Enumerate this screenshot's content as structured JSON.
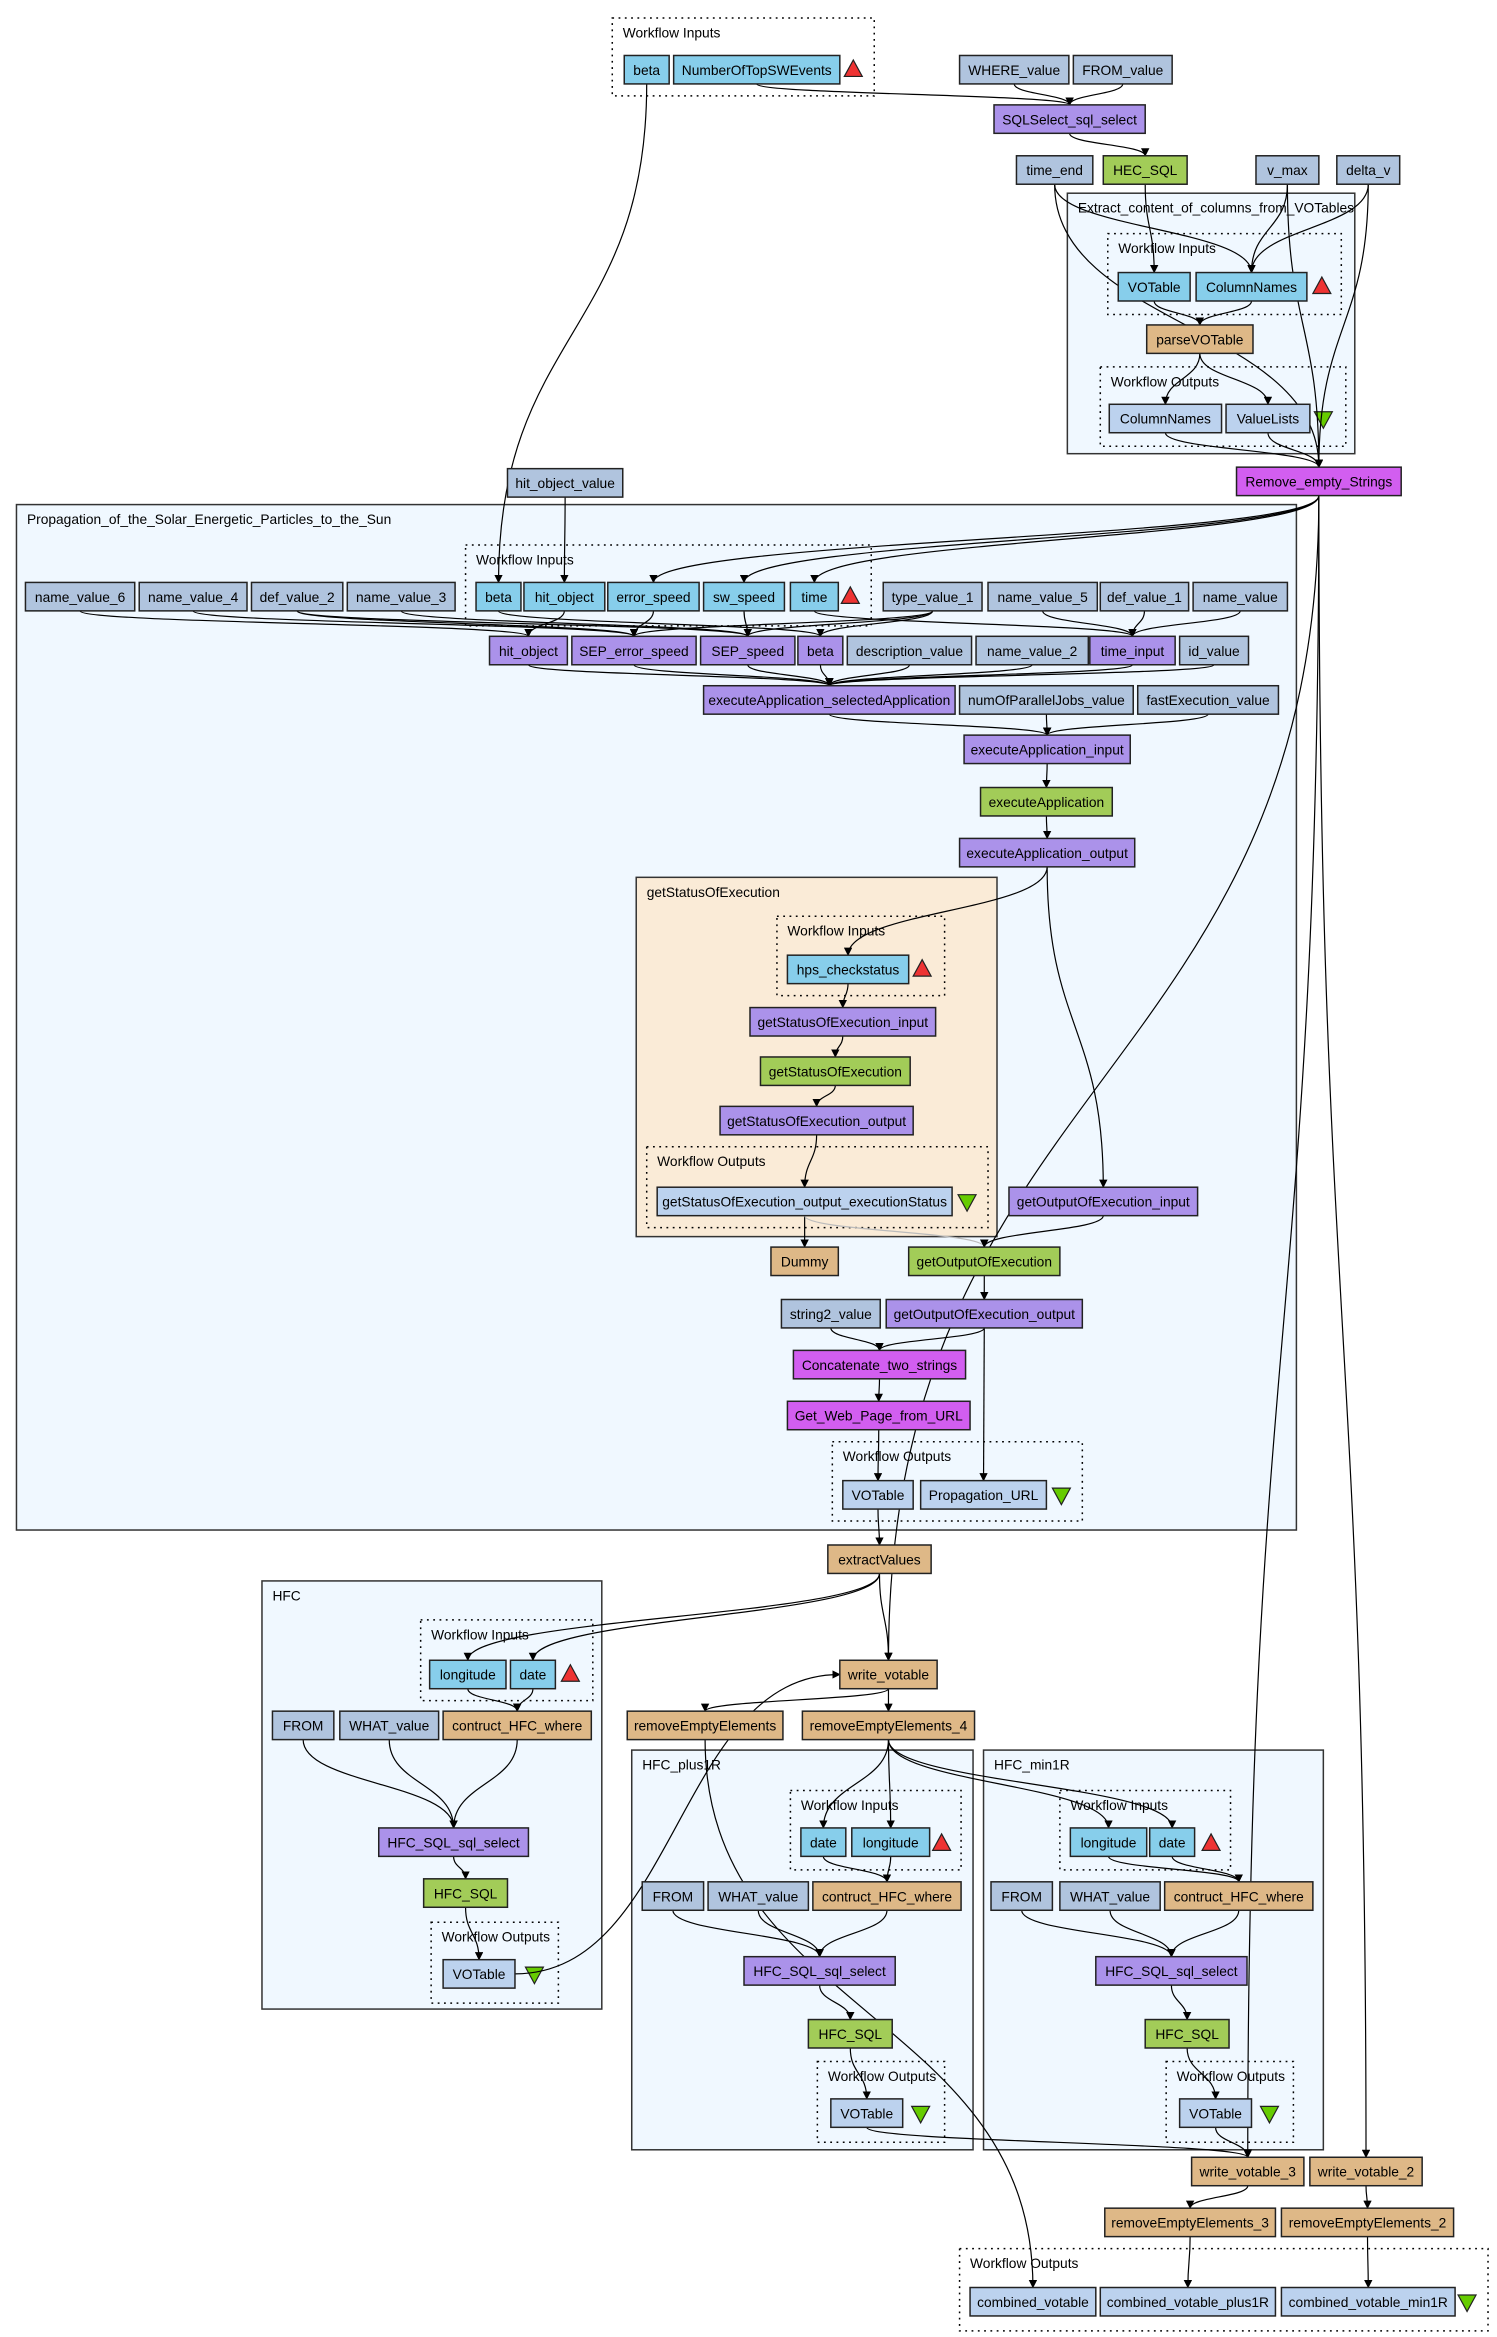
{
  "colors": {
    "input": "#87ceeb",
    "constant": "#b0c4de",
    "processor": "#ab92ea",
    "service": "#a2cc58",
    "local": "#deb887",
    "beanshell": "#d25ef0",
    "output": "#bcd2ee",
    "subworkflow_bg": "#f0f8ff",
    "nested_bg": "#faebd7",
    "input_marker": "#ee3333",
    "output_marker": "#66cc00"
  },
  "clusters": [
    {
      "id": "c_top_in",
      "label": "Workflow Inputs",
      "style": "dotted"
    },
    {
      "id": "c_extract",
      "label": "Extract_content_of_columns_from_VOTables",
      "style": "solid"
    },
    {
      "id": "c_extract_in",
      "label": "Workflow Inputs",
      "style": "dotted"
    },
    {
      "id": "c_extract_out",
      "label": "Workflow Outputs",
      "style": "dotted"
    },
    {
      "id": "c_prop",
      "label": "Propagation_of_the_Solar_Energetic_Particles_to_the_Sun",
      "style": "solid"
    },
    {
      "id": "c_prop_in",
      "label": "Workflow Inputs",
      "style": "dotted"
    },
    {
      "id": "c_gsoe",
      "label": "getStatusOfExecution",
      "style": "nested"
    },
    {
      "id": "c_gsoe_in",
      "label": "Workflow Inputs",
      "style": "dotted"
    },
    {
      "id": "c_gsoe_out",
      "label": "Workflow Outputs",
      "style": "dotted"
    },
    {
      "id": "c_prop_out",
      "label": "Workflow Outputs",
      "style": "dotted"
    },
    {
      "id": "c_hfc",
      "label": "HFC",
      "style": "solid"
    },
    {
      "id": "c_hfc_in",
      "label": "Workflow Inputs",
      "style": "dotted"
    },
    {
      "id": "c_hfc_out",
      "label": "Workflow Outputs",
      "style": "dotted"
    },
    {
      "id": "c_p1",
      "label": "HFC_plus1R",
      "style": "solid"
    },
    {
      "id": "c_p1_in",
      "label": "Workflow Inputs",
      "style": "dotted"
    },
    {
      "id": "c_p1_out",
      "label": "Workflow Outputs",
      "style": "dotted"
    },
    {
      "id": "c_m1",
      "label": "HFC_min1R",
      "style": "solid"
    },
    {
      "id": "c_m1_in",
      "label": "Workflow Inputs",
      "style": "dotted"
    },
    {
      "id": "c_m1_out",
      "label": "Workflow Outputs",
      "style": "dotted"
    },
    {
      "id": "c_final_out",
      "label": "Workflow Outputs",
      "style": "dotted"
    }
  ],
  "nodes": [
    {
      "id": "in_beta",
      "label": "beta",
      "type": "input"
    },
    {
      "id": "in_ntop",
      "label": "NumberOfTopSWEvents",
      "type": "input"
    },
    {
      "id": "where_value",
      "label": "WHERE_value",
      "type": "constant"
    },
    {
      "id": "from_value",
      "label": "FROM_value",
      "type": "constant"
    },
    {
      "id": "sqlselect",
      "label": "SQLSelect_sql_select",
      "type": "processor"
    },
    {
      "id": "time_end",
      "label": "time_end",
      "type": "constant"
    },
    {
      "id": "hec_sql",
      "label": "HEC_SQL",
      "type": "service"
    },
    {
      "id": "v_max",
      "label": "v_max",
      "type": "constant"
    },
    {
      "id": "delta_v",
      "label": "delta_v",
      "type": "constant"
    },
    {
      "id": "ex_votable",
      "label": "VOTable",
      "type": "input"
    },
    {
      "id": "ex_colnames",
      "label": "ColumnNames",
      "type": "input"
    },
    {
      "id": "parsevotable",
      "label": "parseVOTable",
      "type": "local"
    },
    {
      "id": "ex_out_colnames",
      "label": "ColumnNames",
      "type": "output"
    },
    {
      "id": "ex_out_valuelists",
      "label": "ValueLists",
      "type": "output"
    },
    {
      "id": "remove_empty",
      "label": "Remove_empty_Strings",
      "type": "beanshell"
    },
    {
      "id": "hit_object_value",
      "label": "hit_object_value",
      "type": "constant"
    },
    {
      "id": "p_beta",
      "label": "beta",
      "type": "input"
    },
    {
      "id": "p_hit_object",
      "label": "hit_object",
      "type": "input"
    },
    {
      "id": "p_error_speed",
      "label": "error_speed",
      "type": "input"
    },
    {
      "id": "p_sw_speed",
      "label": "sw_speed",
      "type": "input"
    },
    {
      "id": "p_time",
      "label": "time",
      "type": "input"
    },
    {
      "id": "name_value_6",
      "label": "name_value_6",
      "type": "constant"
    },
    {
      "id": "name_value_4",
      "label": "name_value_4",
      "type": "constant"
    },
    {
      "id": "def_value_2",
      "label": "def_value_2",
      "type": "constant"
    },
    {
      "id": "name_value_3",
      "label": "name_value_3",
      "type": "constant"
    },
    {
      "id": "type_value_1",
      "label": "type_value_1",
      "type": "constant"
    },
    {
      "id": "name_value_5",
      "label": "name_value_5",
      "type": "constant"
    },
    {
      "id": "def_value_1",
      "label": "def_value_1",
      "type": "constant"
    },
    {
      "id": "name_value",
      "label": "name_value",
      "type": "constant"
    },
    {
      "id": "pr_hit_object",
      "label": "hit_object",
      "type": "processor"
    },
    {
      "id": "sep_error_speed",
      "label": "SEP_error_speed",
      "type": "processor"
    },
    {
      "id": "sep_speed",
      "label": "SEP_speed",
      "type": "processor"
    },
    {
      "id": "pr_beta",
      "label": "beta",
      "type": "processor"
    },
    {
      "id": "description_value",
      "label": "description_value",
      "type": "constant"
    },
    {
      "id": "name_value_2",
      "label": "name_value_2",
      "type": "constant"
    },
    {
      "id": "time_input",
      "label": "time_input",
      "type": "processor"
    },
    {
      "id": "id_value",
      "label": "id_value",
      "type": "constant"
    },
    {
      "id": "exec_selected",
      "label": "executeApplication_selectedApplication",
      "type": "processor"
    },
    {
      "id": "num_parallel",
      "label": "numOfParallelJobs_value",
      "type": "constant"
    },
    {
      "id": "fast_exec",
      "label": "fastExecution_value",
      "type": "constant"
    },
    {
      "id": "exec_input",
      "label": "executeApplication_input",
      "type": "processor"
    },
    {
      "id": "exec_app",
      "label": "executeApplication",
      "type": "service"
    },
    {
      "id": "exec_output",
      "label": "executeApplication_output",
      "type": "processor"
    },
    {
      "id": "hps_checkstatus",
      "label": "hps_checkstatus",
      "type": "input"
    },
    {
      "id": "gsoe_input",
      "label": "getStatusOfExecution_input",
      "type": "processor"
    },
    {
      "id": "gsoe",
      "label": "getStatusOfExecution",
      "type": "service"
    },
    {
      "id": "gsoe_output",
      "label": "getStatusOfExecution_output",
      "type": "processor"
    },
    {
      "id": "gsoe_status",
      "label": "getStatusOfExecution_output_executionStatus",
      "type": "output"
    },
    {
      "id": "dummy",
      "label": "Dummy",
      "type": "local"
    },
    {
      "id": "goe_input",
      "label": "getOutputOfExecution_input",
      "type": "processor"
    },
    {
      "id": "goe",
      "label": "getOutputOfExecution",
      "type": "service"
    },
    {
      "id": "string2_value",
      "label": "string2_value",
      "type": "constant"
    },
    {
      "id": "goe_output",
      "label": "getOutputOfExecution_output",
      "type": "processor"
    },
    {
      "id": "concat",
      "label": "Concatenate_two_strings",
      "type": "beanshell"
    },
    {
      "id": "getweb",
      "label": "Get_Web_Page_from_URL",
      "type": "beanshell"
    },
    {
      "id": "p_out_votable",
      "label": "VOTable",
      "type": "output"
    },
    {
      "id": "p_out_url",
      "label": "Propagation_URL",
      "type": "output"
    },
    {
      "id": "extract_values",
      "label": "extractValues",
      "type": "local"
    },
    {
      "id": "hfc_longitude",
      "label": "longitude",
      "type": "input"
    },
    {
      "id": "hfc_date",
      "label": "date",
      "type": "input"
    },
    {
      "id": "hfc_from",
      "label": "FROM",
      "type": "constant"
    },
    {
      "id": "hfc_what",
      "label": "WHAT_value",
      "type": "constant"
    },
    {
      "id": "hfc_where",
      "label": "contruct_HFC_where",
      "type": "local"
    },
    {
      "id": "hfc_select",
      "label": "HFC_SQL_sql_select",
      "type": "processor"
    },
    {
      "id": "hfc_sql",
      "label": "HFC_SQL",
      "type": "service"
    },
    {
      "id": "hfc_votable",
      "label": "VOTable",
      "type": "output"
    },
    {
      "id": "write_votable",
      "label": "write_votable",
      "type": "local"
    },
    {
      "id": "ree",
      "label": "removeEmptyElements",
      "type": "local"
    },
    {
      "id": "ree4",
      "label": "removeEmptyElements_4",
      "type": "local"
    },
    {
      "id": "p1_date",
      "label": "date",
      "type": "input"
    },
    {
      "id": "p1_longitude",
      "label": "longitude",
      "type": "input"
    },
    {
      "id": "p1_from",
      "label": "FROM",
      "type": "constant"
    },
    {
      "id": "p1_what",
      "label": "WHAT_value",
      "type": "constant"
    },
    {
      "id": "p1_where",
      "label": "contruct_HFC_where",
      "type": "local"
    },
    {
      "id": "p1_select",
      "label": "HFC_SQL_sql_select",
      "type": "processor"
    },
    {
      "id": "p1_sql",
      "label": "HFC_SQL",
      "type": "service"
    },
    {
      "id": "p1_votable",
      "label": "VOTable",
      "type": "output"
    },
    {
      "id": "m1_longitude",
      "label": "longitude",
      "type": "input"
    },
    {
      "id": "m1_date",
      "label": "date",
      "type": "input"
    },
    {
      "id": "m1_from",
      "label": "FROM",
      "type": "constant"
    },
    {
      "id": "m1_what",
      "label": "WHAT_value",
      "type": "constant"
    },
    {
      "id": "m1_where",
      "label": "contruct_HFC_where",
      "type": "local"
    },
    {
      "id": "m1_select",
      "label": "HFC_SQL_sql_select",
      "type": "processor"
    },
    {
      "id": "m1_sql",
      "label": "HFC_SQL",
      "type": "service"
    },
    {
      "id": "m1_votable",
      "label": "VOTable",
      "type": "output"
    },
    {
      "id": "write_votable_3",
      "label": "write_votable_3",
      "type": "local"
    },
    {
      "id": "write_votable_2",
      "label": "write_votable_2",
      "type": "local"
    },
    {
      "id": "ree3",
      "label": "removeEmptyElements_3",
      "type": "local"
    },
    {
      "id": "ree2",
      "label": "removeEmptyElements_2",
      "type": "local"
    },
    {
      "id": "combined_votable",
      "label": "combined_votable",
      "type": "output"
    },
    {
      "id": "combined_plus1r",
      "label": "combined_votable_plus1R",
      "type": "output"
    },
    {
      "id": "combined_min1r",
      "label": "combined_votable_min1R",
      "type": "output"
    }
  ],
  "edges": [
    [
      "in_beta",
      "p_beta"
    ],
    [
      "in_ntop",
      "sqlselect"
    ],
    [
      "where_value",
      "sqlselect"
    ],
    [
      "from_value",
      "sqlselect"
    ],
    [
      "sqlselect",
      "hec_sql"
    ],
    [
      "hec_sql",
      "ex_votable"
    ],
    [
      "time_end",
      "ex_colnames"
    ],
    [
      "v_max",
      "ex_colnames"
    ],
    [
      "delta_v",
      "ex_colnames"
    ],
    [
      "ex_votable",
      "parsevotable"
    ],
    [
      "ex_colnames",
      "parsevotable"
    ],
    [
      "parsevotable",
      "ex_out_colnames"
    ],
    [
      "parsevotable",
      "ex_out_valuelists"
    ],
    [
      "ex_out_colnames",
      "remove_empty"
    ],
    [
      "ex_out_valuelists",
      "remove_empty"
    ],
    [
      "time_end",
      "remove_empty"
    ],
    [
      "v_max",
      "remove_empty"
    ],
    [
      "delta_v",
      "remove_empty"
    ],
    [
      "remove_empty",
      "p_error_speed"
    ],
    [
      "remove_empty",
      "p_sw_speed"
    ],
    [
      "remove_empty",
      "p_time"
    ],
    [
      "hit_object_value",
      "p_hit_object"
    ],
    [
      "p_beta",
      "pr_beta"
    ],
    [
      "p_hit_object",
      "pr_hit_object"
    ],
    [
      "p_error_speed",
      "sep_error_speed"
    ],
    [
      "p_sw_speed",
      "sep_speed"
    ],
    [
      "p_time",
      "time_input"
    ],
    [
      "name_value_6",
      "pr_hit_object"
    ],
    [
      "name_value_4",
      "sep_error_speed"
    ],
    [
      "def_value_2",
      "sep_error_speed"
    ],
    [
      "def_value_2",
      "sep_speed"
    ],
    [
      "name_value_3",
      "sep_speed"
    ],
    [
      "type_value_1",
      "sep_speed"
    ],
    [
      "type_value_1",
      "pr_beta"
    ],
    [
      "type_value_1",
      "sep_error_speed"
    ],
    [
      "name_value_5",
      "time_input"
    ],
    [
      "def_value_1",
      "time_input"
    ],
    [
      "name_value",
      "time_input"
    ],
    [
      "pr_hit_object",
      "exec_selected"
    ],
    [
      "sep_error_speed",
      "exec_selected"
    ],
    [
      "sep_speed",
      "exec_selected"
    ],
    [
      "pr_beta",
      "exec_selected"
    ],
    [
      "description_value",
      "exec_selected"
    ],
    [
      "name_value_2",
      "exec_selected"
    ],
    [
      "time_input",
      "exec_selected"
    ],
    [
      "id_value",
      "exec_selected"
    ],
    [
      "exec_selected",
      "exec_input"
    ],
    [
      "num_parallel",
      "exec_input"
    ],
    [
      "fast_exec",
      "exec_input"
    ],
    [
      "exec_input",
      "exec_app"
    ],
    [
      "exec_app",
      "exec_output"
    ],
    [
      "exec_output",
      "hps_checkstatus"
    ],
    [
      "exec_output",
      "goe_input"
    ],
    [
      "hps_checkstatus",
      "gsoe_input"
    ],
    [
      "gsoe_input",
      "gsoe"
    ],
    [
      "gsoe",
      "gsoe_output"
    ],
    [
      "gsoe_output",
      "gsoe_status"
    ],
    [
      "gsoe_status",
      "dummy"
    ],
    [
      "gsoe_status",
      "goe",
      "light"
    ],
    [
      "goe_input",
      "goe"
    ],
    [
      "goe",
      "goe_output"
    ],
    [
      "string2_value",
      "concat"
    ],
    [
      "goe_output",
      "concat"
    ],
    [
      "goe_output",
      "p_out_url"
    ],
    [
      "concat",
      "getweb"
    ],
    [
      "getweb",
      "p_out_votable"
    ],
    [
      "p_out_votable",
      "extract_values"
    ],
    [
      "extract_values",
      "hfc_longitude"
    ],
    [
      "extract_values",
      "hfc_date"
    ],
    [
      "extract_values",
      "write_votable"
    ],
    [
      "remove_empty",
      "write_votable"
    ],
    [
      "hfc_votable",
      "write_votable"
    ],
    [
      "hfc_longitude",
      "hfc_where"
    ],
    [
      "hfc_date",
      "hfc_where"
    ],
    [
      "hfc_from",
      "hfc_select"
    ],
    [
      "hfc_what",
      "hfc_select"
    ],
    [
      "hfc_where",
      "hfc_select"
    ],
    [
      "hfc_select",
      "hfc_sql"
    ],
    [
      "hfc_sql",
      "hfc_votable"
    ],
    [
      "write_votable",
      "ree"
    ],
    [
      "write_votable",
      "ree4"
    ],
    [
      "ree4",
      "p1_date"
    ],
    [
      "ree4",
      "p1_longitude"
    ],
    [
      "ree4",
      "m1_longitude"
    ],
    [
      "ree4",
      "m1_date"
    ],
    [
      "p1_date",
      "p1_where"
    ],
    [
      "p1_longitude",
      "p1_where"
    ],
    [
      "p1_from",
      "p1_select"
    ],
    [
      "p1_what",
      "p1_select"
    ],
    [
      "p1_where",
      "p1_select"
    ],
    [
      "p1_select",
      "p1_sql"
    ],
    [
      "p1_sql",
      "p1_votable"
    ],
    [
      "m1_longitude",
      "m1_where"
    ],
    [
      "m1_date",
      "m1_where"
    ],
    [
      "m1_from",
      "m1_select"
    ],
    [
      "m1_what",
      "m1_select"
    ],
    [
      "m1_where",
      "m1_select"
    ],
    [
      "m1_select",
      "m1_sql"
    ],
    [
      "m1_sql",
      "m1_votable"
    ],
    [
      "p1_votable",
      "write_votable_3"
    ],
    [
      "m1_votable",
      "write_votable_3"
    ],
    [
      "remove_empty",
      "write_votable_3"
    ],
    [
      "remove_empty",
      "write_votable_2"
    ],
    [
      "write_votable_3",
      "ree3"
    ],
    [
      "write_votable_2",
      "ree2"
    ],
    [
      "ree3",
      "combined_plus1r"
    ],
    [
      "ree2",
      "combined_min1r"
    ],
    [
      "ree",
      "combined_votable"
    ]
  ]
}
